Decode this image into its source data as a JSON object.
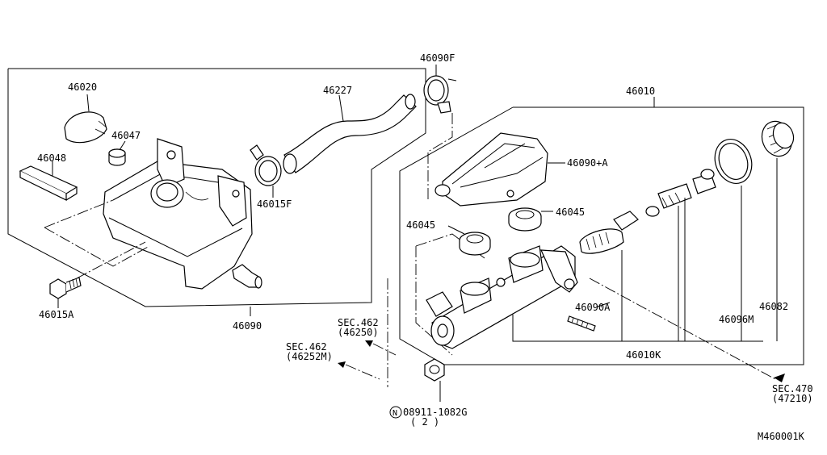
{
  "labels": {
    "p46020": "46020",
    "p46047": "46047",
    "p46048": "46048",
    "p46227": "46227",
    "p46090F": "46090F",
    "p46015F": "46015F",
    "p46015A": "46015A",
    "p46090": "46090",
    "p46010": "46010",
    "p46090A_plus": "46090+A",
    "p46045_right": "46045",
    "p46045_left": "46045",
    "p46090A": "46090A",
    "p46010K": "46010K",
    "p46096M": "46096M",
    "p46082": "46082",
    "sec462_a": "SEC.462",
    "sec462_a_ref": "(46250)",
    "sec462_b": "SEC.462",
    "sec462_b_ref": "(46252M)",
    "sec470": "SEC.470",
    "sec470_ref": "(47210)",
    "nut_symbol": "N",
    "nut_part": "08911-1082G",
    "nut_qty": "( 2 )",
    "figure_id": "M460001K"
  }
}
